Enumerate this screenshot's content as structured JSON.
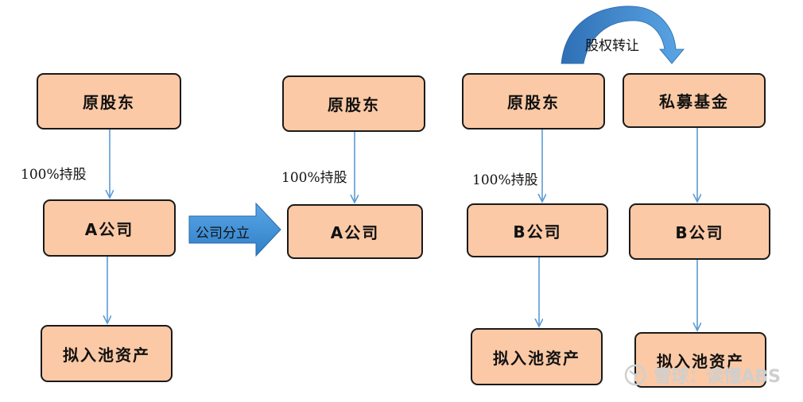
{
  "nodes": {
    "shareholder_1": "原股东",
    "company_a_1": "A公司",
    "asset_1": "拟入池资产",
    "shareholder_2": "原股东",
    "company_a_2": "A公司",
    "shareholder_3": "原股东",
    "private_fund": "私募基金",
    "company_b_1": "B公司",
    "company_b_2": "B公司",
    "asset_2": "拟入池资产",
    "asset_3": "拟入池资产"
  },
  "edge_labels": {
    "holding_1": "100%持股",
    "holding_2": "100%持股",
    "holding_3": "100%持股"
  },
  "block_arrow": {
    "label": "公司分立"
  },
  "transfer_arrow": {
    "label": "股权转让"
  },
  "watermark": {
    "text": "雪球：读懂ABS"
  },
  "colors": {
    "box_fill": "#fbc9a5",
    "connector": "#5b9bd5",
    "block_arrow": "#3d8fd6",
    "watermark": "#cfcfcf"
  }
}
